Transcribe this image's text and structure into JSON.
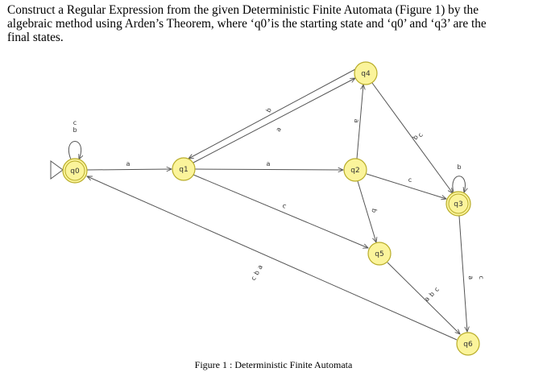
{
  "question": {
    "line1": "Construct a Regular Expression from the given Deterministic Finite Automata (Figure 1) by the",
    "line2": "algebraic method using Arden’s Theorem, where ‘q0’is the starting state and ‘q0’ and ‘q3’ are the",
    "line3": "final states."
  },
  "diagram": {
    "colors": {
      "state_fill": "#fbf49b",
      "state_stroke": "#b9ad2a",
      "edge": "#555555"
    },
    "start_state": "q0",
    "final_states": [
      "q0",
      "q3"
    ],
    "states": [
      {
        "id": "q0",
        "label": "q0"
      },
      {
        "id": "q1",
        "label": "q1"
      },
      {
        "id": "q2",
        "label": "q2"
      },
      {
        "id": "q3",
        "label": "q3"
      },
      {
        "id": "q4",
        "label": "q4"
      },
      {
        "id": "q5",
        "label": "q5"
      },
      {
        "id": "q6",
        "label": "q6"
      }
    ],
    "transitions": [
      {
        "from": "q0",
        "to": "q0",
        "symbols": [
          "c",
          "b"
        ]
      },
      {
        "from": "q0",
        "to": "q1",
        "symbols": [
          "a"
        ]
      },
      {
        "from": "q1",
        "to": "q2",
        "symbols": [
          "a"
        ]
      },
      {
        "from": "q1",
        "to": "q4",
        "symbols": [
          "a"
        ]
      },
      {
        "from": "q4",
        "to": "q1",
        "symbols": [
          "b"
        ]
      },
      {
        "from": "q1",
        "to": "q5",
        "symbols": [
          "c"
        ]
      },
      {
        "from": "q2",
        "to": "q4",
        "symbols": [
          "a"
        ]
      },
      {
        "from": "q2",
        "to": "q5",
        "symbols": [
          "b"
        ]
      },
      {
        "from": "q2",
        "to": "q3",
        "symbols": [
          "c"
        ]
      },
      {
        "from": "q4",
        "to": "q3",
        "symbols": [
          "b",
          "c"
        ]
      },
      {
        "from": "q3",
        "to": "q3",
        "symbols": [
          "b"
        ]
      },
      {
        "from": "q3",
        "to": "q6",
        "symbols": [
          "a",
          "c"
        ]
      },
      {
        "from": "q5",
        "to": "q6",
        "symbols": [
          "a",
          "b",
          "c"
        ]
      },
      {
        "from": "q6",
        "to": "q0",
        "symbols": [
          "a",
          "b",
          "c"
        ]
      }
    ]
  },
  "caption": "Figure 1 : Deterministic Finite Automata"
}
